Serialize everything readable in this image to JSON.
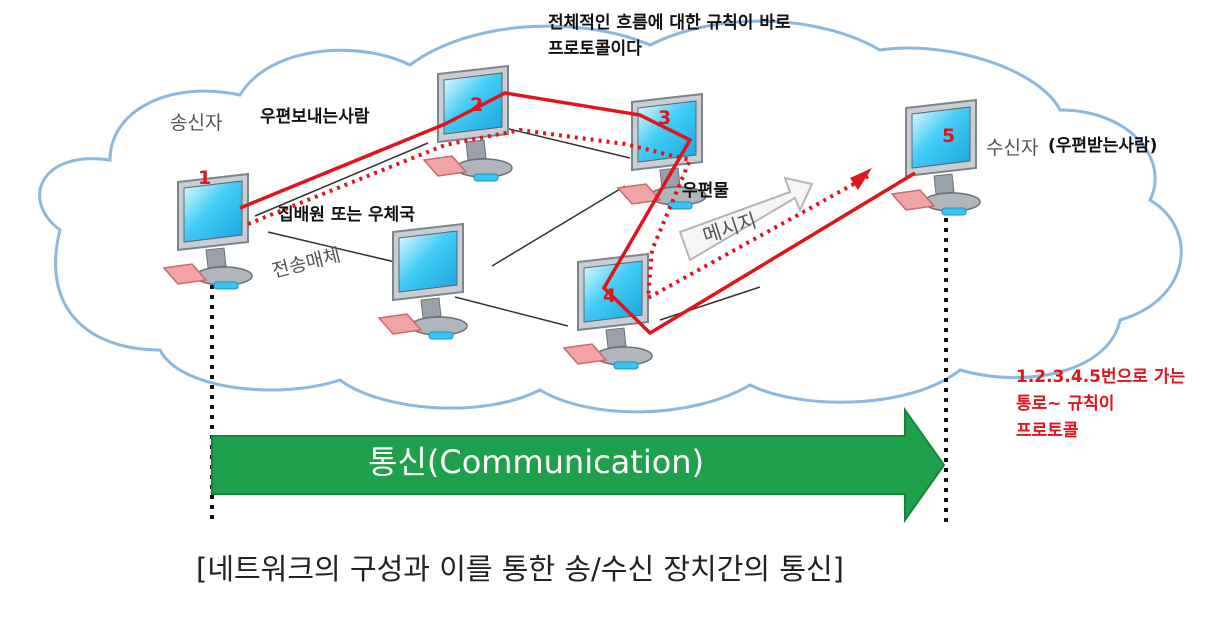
{
  "labels": {
    "sender": "송신자",
    "sender_note": "우편보내는사람",
    "receiver": "수신자",
    "receiver_note": "(우편받는사람)",
    "protocol_note": [
      "전체적인 흐름에 대한 규칙이 바로",
      "프로토콜이다"
    ],
    "medium": "전송매체",
    "relay_note": "집배원 또는 우체국",
    "mail_note": "우편물",
    "message": "메시지",
    "side_note": [
      "1.2.3.4.5번으로 가는",
      "통로~ 규칙이",
      "프로토콜"
    ],
    "arrow": "통신(Communication)",
    "caption": "[네트워크의 구성과 이를 통한 송/수신 장치간의 통신]"
  },
  "nodes": [
    {
      "label": "1"
    },
    {
      "label": "2"
    },
    {
      "label": "3"
    },
    {
      "label": "4"
    },
    {
      "label": "5"
    },
    {
      "label": ""
    }
  ],
  "colors": {
    "route": "#e0141c",
    "arrow": "#1fa04b",
    "screen": "#39c6f4",
    "cloud_edge": "#8ab8e0"
  }
}
